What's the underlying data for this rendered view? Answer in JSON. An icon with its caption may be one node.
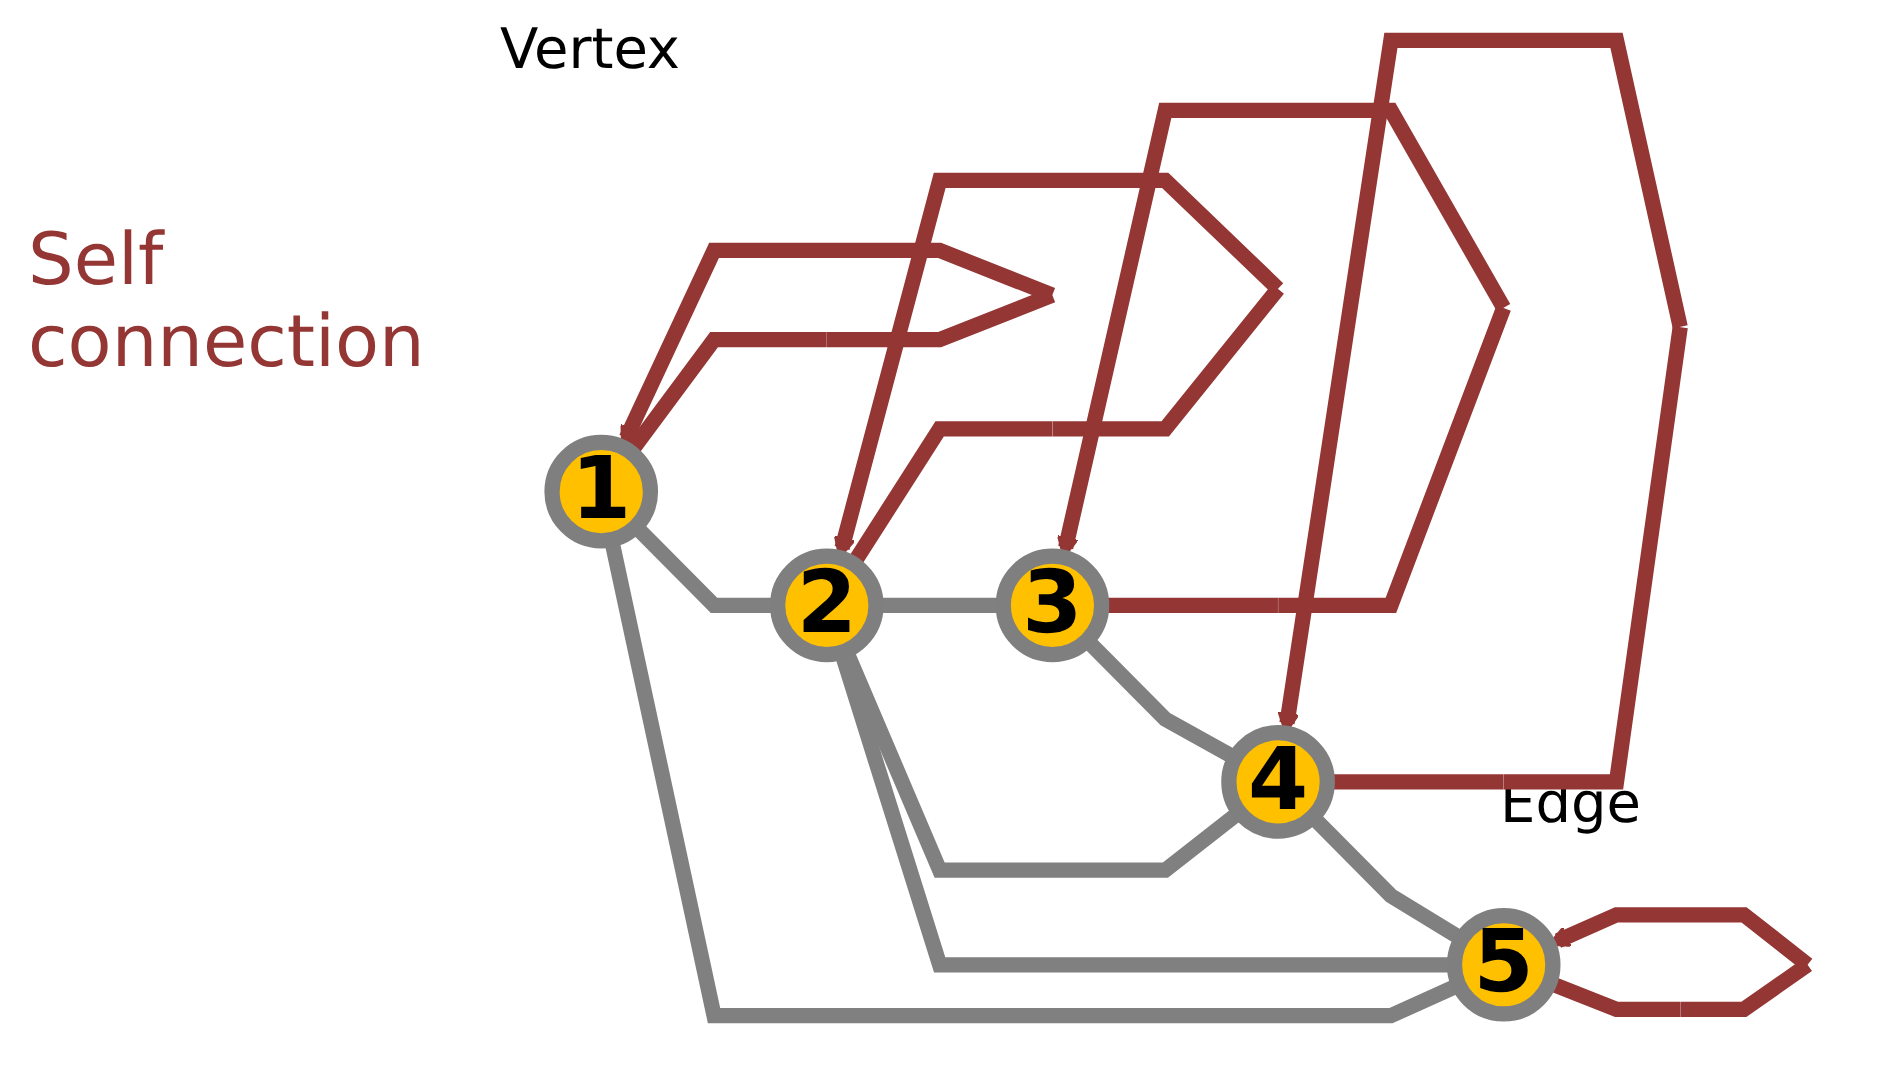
{
  "diagram": {
    "nodes": [
      {
        "text": [
          "1"
        ]
      },
      {
        "text": [
          "2"
        ]
      },
      {
        "text": [
          "3"
        ]
      },
      {
        "text": [
          "4"
        ]
      },
      {
        "text": [
          "5"
        ]
      }
    ],
    "edges": [
      {
        "from": 0,
        "to": 1,
        "arrow": "none"
      },
      {
        "from": 0,
        "to": 4,
        "arrow": "none"
      },
      {
        "from": 1,
        "to": 4,
        "arrow": "none"
      },
      {
        "from": 1,
        "to": 3,
        "arrow": "none"
      },
      {
        "from": 1,
        "to": 2,
        "arrow": "none"
      },
      {
        "from": 2,
        "to": 3,
        "arrow": "none"
      },
      {
        "from": 3,
        "to": 4,
        "arrow": "none"
      },
      {
        "from": 0,
        "to": 0,
        "arrow": "to",
        "color": "#943634"
      },
      {
        "from": 1,
        "to": 1,
        "arrow": "to",
        "color": "#943634"
      },
      {
        "from": 2,
        "to": 2,
        "arrow": "to",
        "color": "#943634"
      },
      {
        "from": 3,
        "to": 3,
        "arrow": "to",
        "color": "#943634"
      },
      {
        "from": 4,
        "to": 4,
        "arrow": "to",
        "color": "#943634"
      }
    ],
    "labels": [
      "Vertex",
      "Self connection",
      "Edge"
    ]
  }
}
